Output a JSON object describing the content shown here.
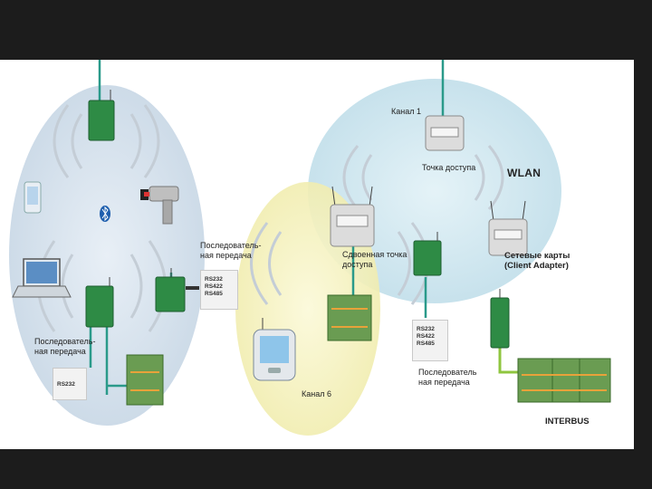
{
  "labels": {
    "channel1": "Канал 1",
    "access_point": "Точка доступа",
    "wlan": "WLAN",
    "dual_access_point": "Сдвоенная точка\nдоступа",
    "network_cards": "Сетевые карты\n(Client Adapter)",
    "serial_transfer_top": "Последователь-\nная передача",
    "serial_transfer_left": "Последователь-\nная передача",
    "serial_transfer_bottom": "Последователь\nная передача",
    "channel6": "Канал 6",
    "interbus": "INTERBUS"
  },
  "rs_boxes": {
    "top": [
      "RS232",
      "RS422",
      "RS485"
    ],
    "left": [
      "RS232"
    ],
    "right": [
      "RS232",
      "RS422",
      "RS485"
    ]
  },
  "colors": {
    "left_zone": "#d7e3ee",
    "wlan_zone": "#cfe6ef",
    "channel6_zone": "#f6f3c2",
    "device_green": "#2e8b45",
    "cable": "#2a9a8a",
    "interbus_cable": "#8fc63f"
  },
  "icons": [
    "bluetooth-icon",
    "phone-icon",
    "laptop-icon",
    "barcode-scanner-icon",
    "pda-icon"
  ]
}
